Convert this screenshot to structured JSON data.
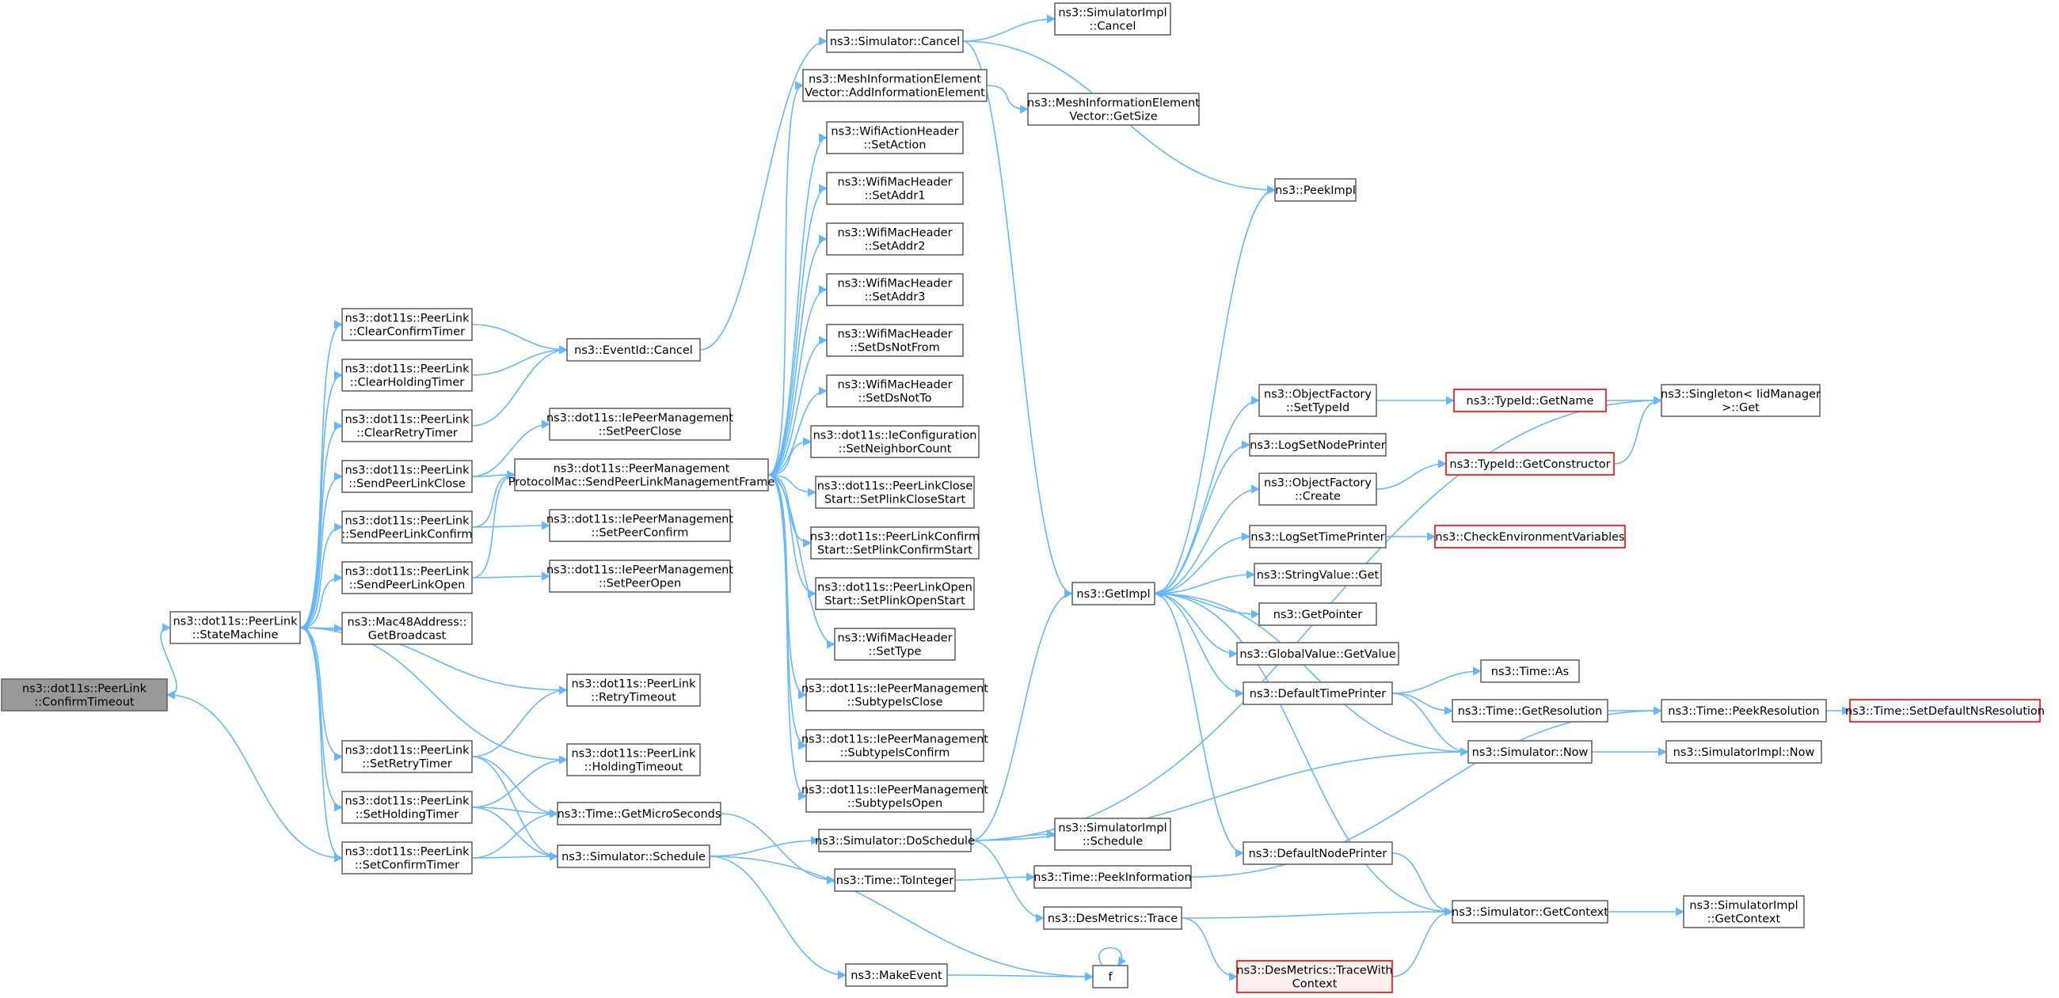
{
  "colors": {
    "edge": "#63b8ff",
    "border": "#666666",
    "root_fill": "#999999",
    "red_border": "#ff0000",
    "red_fill": "#fff0f0"
  },
  "nodes": {
    "confirm_timeout": {
      "lines": [
        "ns3::dot11s::PeerLink",
        "::ConfirmTimeout"
      ]
    },
    "state_machine": {
      "lines": [
        "ns3::dot11s::PeerLink",
        "::StateMachine"
      ]
    },
    "clear_confirm": {
      "lines": [
        "ns3::dot11s::PeerLink",
        "::ClearConfirmTimer"
      ]
    },
    "clear_holding": {
      "lines": [
        "ns3::dot11s::PeerLink",
        "::ClearHoldingTimer"
      ]
    },
    "clear_retry": {
      "lines": [
        "ns3::dot11s::PeerLink",
        "::ClearRetryTimer"
      ]
    },
    "send_close": {
      "lines": [
        "ns3::dot11s::PeerLink",
        "::SendPeerLinkClose"
      ]
    },
    "send_confirm": {
      "lines": [
        "ns3::dot11s::PeerLink",
        "::SendPeerLinkConfirm"
      ]
    },
    "send_open": {
      "lines": [
        "ns3::dot11s::PeerLink",
        "::SendPeerLinkOpen"
      ]
    },
    "mac48": {
      "lines": [
        "ns3::Mac48Address::",
        "GetBroadcast"
      ]
    },
    "set_retry": {
      "lines": [
        "ns3::dot11s::PeerLink",
        "::SetRetryTimer"
      ]
    },
    "set_holding": {
      "lines": [
        "ns3::dot11s::PeerLink",
        "::SetHoldingTimer"
      ]
    },
    "set_confirm": {
      "lines": [
        "ns3::dot11s::PeerLink",
        "::SetConfirmTimer"
      ]
    },
    "eventid_cancel": {
      "lines": [
        "ns3::EventId::Cancel"
      ]
    },
    "ie_set_close": {
      "lines": [
        "ns3::dot11s::IePeerManagement",
        "::SetPeerClose"
      ]
    },
    "send_mgmt_frame": {
      "lines": [
        "ns3::dot11s::PeerManagement",
        "ProtocolMac::SendPeerLinkManagementFrame"
      ]
    },
    "ie_set_confirm": {
      "lines": [
        "ns3::dot11s::IePeerManagement",
        "::SetPeerConfirm"
      ]
    },
    "ie_set_open": {
      "lines": [
        "ns3::dot11s::IePeerManagement",
        "::SetPeerOpen"
      ]
    },
    "retry_timeout": {
      "lines": [
        "ns3::dot11s::PeerLink",
        "::RetryTimeout"
      ]
    },
    "holding_timeout": {
      "lines": [
        "ns3::dot11s::PeerLink",
        "::HoldingTimeout"
      ]
    },
    "get_micro": {
      "lines": [
        "ns3::Time::GetMicroSeconds"
      ]
    },
    "sim_schedule": {
      "lines": [
        "ns3::Simulator::Schedule"
      ]
    },
    "sim_cancel": {
      "lines": [
        "ns3::Simulator::Cancel"
      ]
    },
    "mesh_add": {
      "lines": [
        "ns3::MeshInformationElement",
        "Vector::AddInformationElement"
      ]
    },
    "wifi_action": {
      "lines": [
        "ns3::WifiActionHeader",
        "::SetAction"
      ]
    },
    "set_addr1": {
      "lines": [
        "ns3::WifiMacHeader",
        "::SetAddr1"
      ]
    },
    "set_addr2": {
      "lines": [
        "ns3::WifiMacHeader",
        "::SetAddr2"
      ]
    },
    "set_addr3": {
      "lines": [
        "ns3::WifiMacHeader",
        "::SetAddr3"
      ]
    },
    "set_ds_not_from": {
      "lines": [
        "ns3::WifiMacHeader",
        "::SetDsNotFrom"
      ]
    },
    "set_ds_not_to": {
      "lines": [
        "ns3::WifiMacHeader",
        "::SetDsNotTo"
      ]
    },
    "ie_config": {
      "lines": [
        "ns3::dot11s::IeConfiguration",
        "::SetNeighborCount"
      ]
    },
    "plink_close": {
      "lines": [
        "ns3::dot11s::PeerLinkClose",
        "Start::SetPlinkCloseStart"
      ]
    },
    "plink_confirm": {
      "lines": [
        "ns3::dot11s::PeerLinkConfirm",
        "Start::SetPlinkConfirmStart"
      ]
    },
    "plink_open": {
      "lines": [
        "ns3::dot11s::PeerLinkOpen",
        "Start::SetPlinkOpenStart"
      ]
    },
    "set_type": {
      "lines": [
        "ns3::WifiMacHeader",
        "::SetType"
      ]
    },
    "subtype_close": {
      "lines": [
        "ns3::dot11s::IePeerManagement",
        "::SubtypeIsClose"
      ]
    },
    "subtype_confirm": {
      "lines": [
        "ns3::dot11s::IePeerManagement",
        "::SubtypeIsConfirm"
      ]
    },
    "subtype_open": {
      "lines": [
        "ns3::dot11s::IePeerManagement",
        "::SubtypeIsOpen"
      ]
    },
    "do_schedule": {
      "lines": [
        "ns3::Simulator::DoSchedule"
      ]
    },
    "to_integer": {
      "lines": [
        "ns3::Time::ToInteger"
      ]
    },
    "make_event": {
      "lines": [
        "ns3::MakeEvent"
      ]
    },
    "simimpl_cancel": {
      "lines": [
        "ns3::SimulatorImpl",
        "::Cancel"
      ]
    },
    "mesh_getsize": {
      "lines": [
        "ns3::MeshInformationElement",
        "Vector::GetSize"
      ]
    },
    "simimpl_schedule": {
      "lines": [
        "ns3::SimulatorImpl",
        "::Schedule"
      ]
    },
    "peek_info": {
      "lines": [
        "ns3::Time::PeekInformation"
      ]
    },
    "des_trace": {
      "lines": [
        "ns3::DesMetrics::Trace"
      ]
    },
    "f": {
      "lines": [
        "f"
      ]
    },
    "get_impl": {
      "lines": [
        "ns3::GetImpl"
      ]
    },
    "peek_impl": {
      "lines": [
        "ns3::PeekImpl"
      ]
    },
    "des_trace_ctx": {
      "lines": [
        "ns3::DesMetrics::TraceWith",
        "Context"
      ]
    },
    "of_set_typeid": {
      "lines": [
        "ns3::ObjectFactory",
        "::SetTypeId"
      ]
    },
    "log_node_printer": {
      "lines": [
        "ns3::LogSetNodePrinter"
      ]
    },
    "of_create": {
      "lines": [
        "ns3::ObjectFactory",
        "::Create"
      ]
    },
    "log_time_printer": {
      "lines": [
        "ns3::LogSetTimePrinter"
      ]
    },
    "string_get": {
      "lines": [
        "ns3::StringValue::Get"
      ]
    },
    "get_pointer": {
      "lines": [
        "ns3::GetPointer"
      ]
    },
    "global_get": {
      "lines": [
        "ns3::GlobalValue::GetValue"
      ]
    },
    "default_time": {
      "lines": [
        "ns3::DefaultTimePrinter"
      ]
    },
    "default_node": {
      "lines": [
        "ns3::DefaultNodePrinter"
      ]
    },
    "typeid_getname": {
      "lines": [
        "ns3::TypeId::GetName"
      ]
    },
    "typeid_getctor": {
      "lines": [
        "ns3::TypeId::GetConstructor"
      ]
    },
    "check_env": {
      "lines": [
        "ns3::CheckEnvironmentVariables"
      ]
    },
    "time_as": {
      "lines": [
        "ns3::Time::As"
      ]
    },
    "time_getres": {
      "lines": [
        "ns3::Time::GetResolution"
      ]
    },
    "sim_now": {
      "lines": [
        "ns3::Simulator::Now"
      ]
    },
    "sim_getctx": {
      "lines": [
        "ns3::Simulator::GetContext"
      ]
    },
    "singleton_get": {
      "lines": [
        "ns3::Singleton< IidManager",
        " >::Get"
      ]
    },
    "peek_res": {
      "lines": [
        "ns3::Time::PeekResolution"
      ]
    },
    "simimpl_now": {
      "lines": [
        "ns3::SimulatorImpl::Now"
      ]
    },
    "simimpl_getctx": {
      "lines": [
        "ns3::SimulatorImpl",
        "::GetContext"
      ]
    },
    "set_default_res": {
      "lines": [
        "ns3::Time::SetDefaultNsResolution"
      ]
    }
  }
}
